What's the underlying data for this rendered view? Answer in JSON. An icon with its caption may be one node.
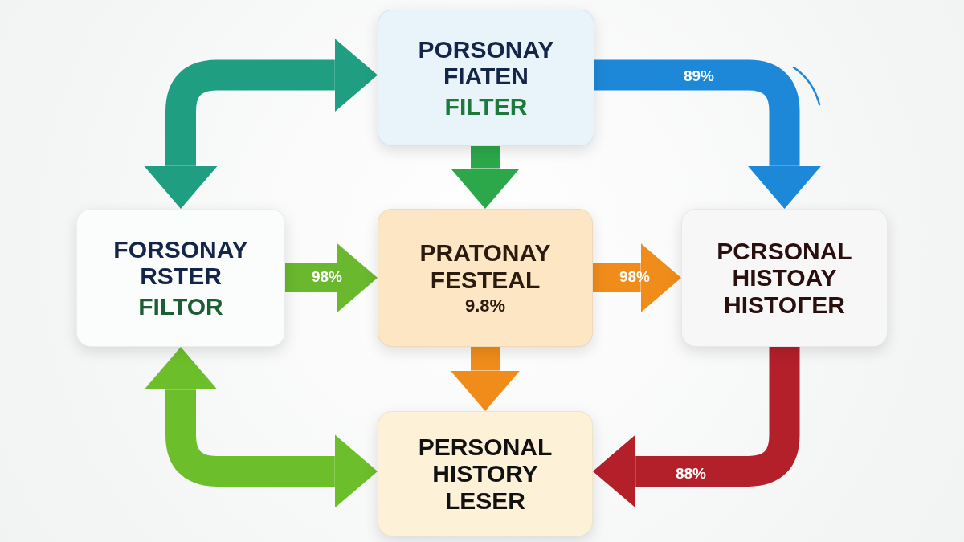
{
  "diagram": {
    "nodes": [
      {
        "text": [
          "PORSONAY FIATEN",
          "FILTER"
        ]
      },
      {
        "text": [
          "FORSONAY RSTER",
          "FILTOR"
        ]
      },
      {
        "text": [
          "PRATONAY FESTEAL",
          "9.8%"
        ]
      },
      {
        "text": [
          "PCRSONAL HISTOAY HISTOΓER"
        ]
      },
      {
        "text": [
          "PERSONAL HISTORY LESER"
        ]
      }
    ],
    "edges": [
      {
        "from": 1,
        "to": 0,
        "arrow": "both",
        "color": "#1f9e82"
      },
      {
        "from": 0,
        "to": 3,
        "arrow": "to",
        "label": "89%",
        "color": "#1e88d8"
      },
      {
        "from": 0,
        "to": 2,
        "arrow": "to",
        "color": "#2ca84a"
      },
      {
        "from": 1,
        "to": 2,
        "arrow": "to",
        "label": "98%",
        "color": "#6ab82e"
      },
      {
        "from": 2,
        "to": 3,
        "arrow": "to",
        "label": "98%",
        "color": "#f08c1a"
      },
      {
        "from": 2,
        "to": 4,
        "arrow": "to",
        "color": "#f08c1a"
      },
      {
        "from": 3,
        "to": 4,
        "arrow": "to",
        "label": "88%",
        "color": "#b3202a"
      },
      {
        "from": 1,
        "to": 4,
        "arrow": "both",
        "color": "#6cbf2a"
      }
    ]
  }
}
